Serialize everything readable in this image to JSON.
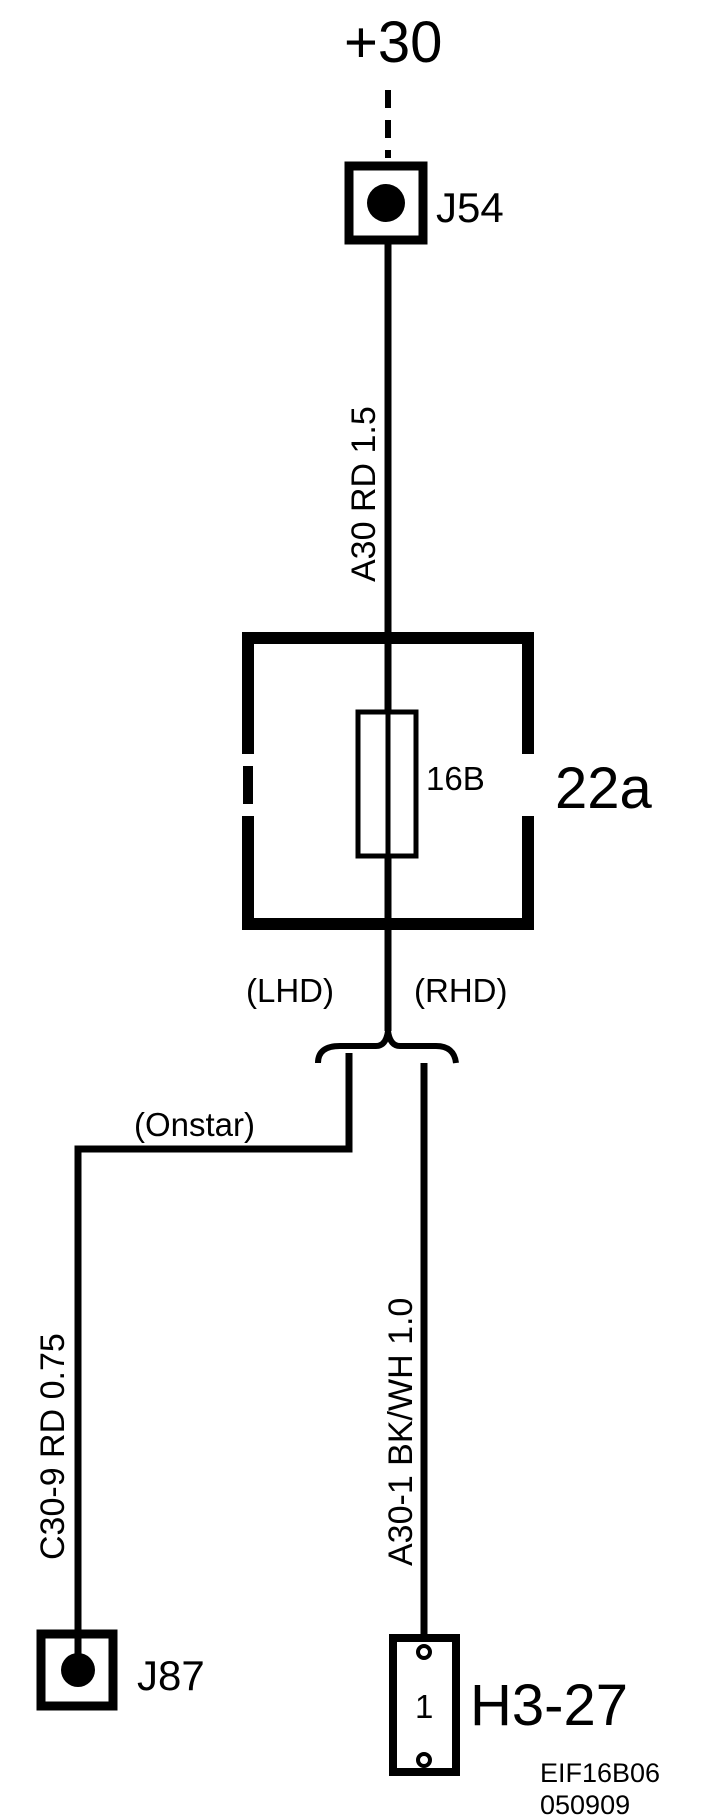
{
  "supply_label": "+30",
  "fuse_box": {
    "label": "22a",
    "fuse_label": "16B"
  },
  "connectors": {
    "top": "J54",
    "bottom_left": "J87",
    "bottom_right": "H3-27",
    "bottom_right_pin": "1"
  },
  "wires": {
    "top": "A30  RD  1.5",
    "left": "C30-9  RD  0.75",
    "right": "A30-1  BK/WH  1.0"
  },
  "branches": {
    "lhd": "(LHD)",
    "rhd": "(RHD)",
    "onstar": "(Onstar)"
  },
  "reference": {
    "code": "EIF16B06",
    "date": "050909"
  }
}
